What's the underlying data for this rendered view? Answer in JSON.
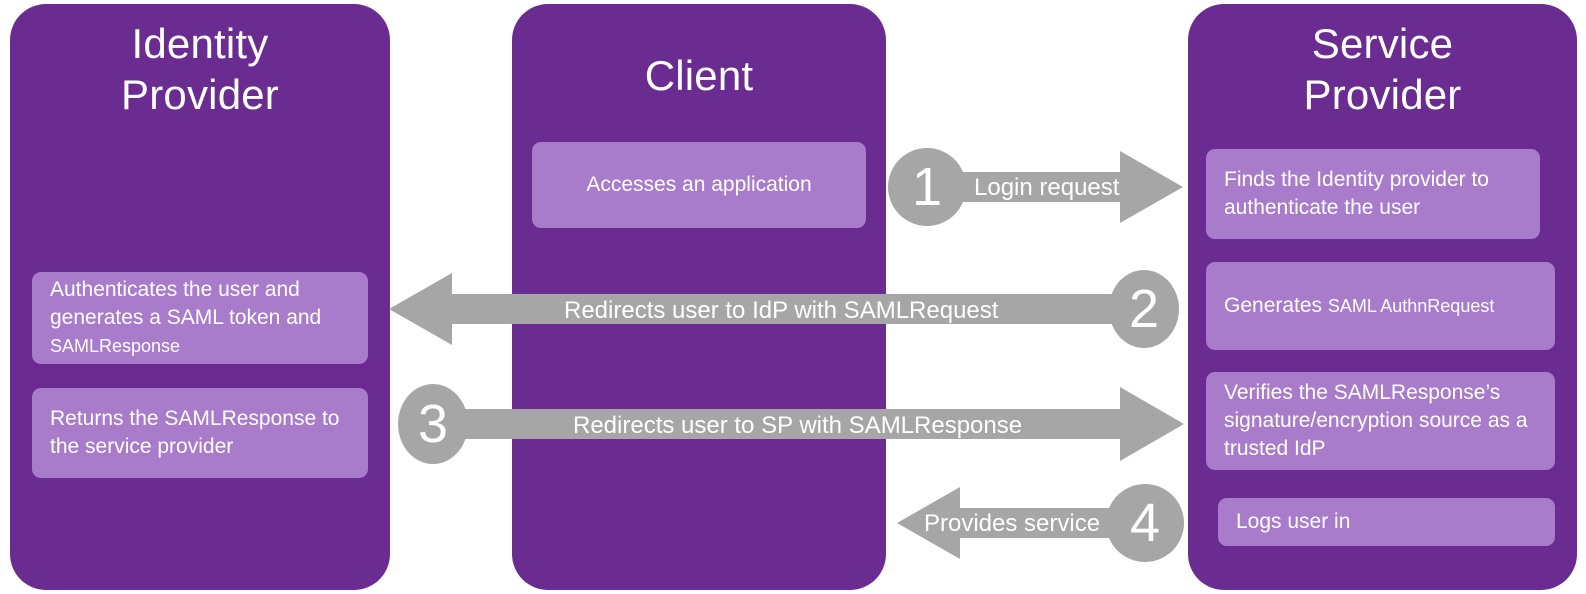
{
  "colors": {
    "panel_purple": "#6b2c91",
    "note_purple": "#a97ccb",
    "arrow_gray": "#a6a6a6",
    "text_white": "#ffffff",
    "background": "#ffffff"
  },
  "columns": {
    "identity_provider": {
      "title_line1": "Identity",
      "title_line2": "Provider",
      "notes": [
        {
          "main": "Authenticates the user and generates a SAML token and ",
          "small": "SAMLResponse"
        },
        {
          "main": "Returns the SAMLResponse to the service provider",
          "small": ""
        }
      ]
    },
    "client": {
      "title_line1": "Client",
      "title_line2": "",
      "notes": [
        {
          "main": "Accesses an application",
          "small": ""
        }
      ]
    },
    "service_provider": {
      "title_line1": "Service",
      "title_line2": "Provider",
      "notes": [
        {
          "main": "Finds the Identity provider to authenticate the user",
          "small": ""
        },
        {
          "main": "Generates ",
          "small": "SAML AuthnRequest"
        },
        {
          "main": "Verifies the SAMLResponse’s signature/encryption source as a trusted IdP",
          "small": ""
        },
        {
          "main": "Logs user in",
          "small": ""
        }
      ]
    }
  },
  "arrows": [
    {
      "step": "1",
      "label": "Login request",
      "direction": "right",
      "from": "Client",
      "to": "Service Provider",
      "badge_side": "left"
    },
    {
      "step": "2",
      "label": "Redirects user to IdP with SAMLRequest",
      "direction": "left",
      "from": "Service Provider",
      "to": "Identity Provider",
      "badge_side": "right"
    },
    {
      "step": "3",
      "label": "Redirects user to SP with SAMLResponse",
      "direction": "right",
      "from": "Identity Provider",
      "to": "Service Provider",
      "badge_side": "left"
    },
    {
      "step": "4",
      "label": "Provides service",
      "direction": "left",
      "from": "Service Provider",
      "to": "Client",
      "badge_side": "right"
    }
  ]
}
